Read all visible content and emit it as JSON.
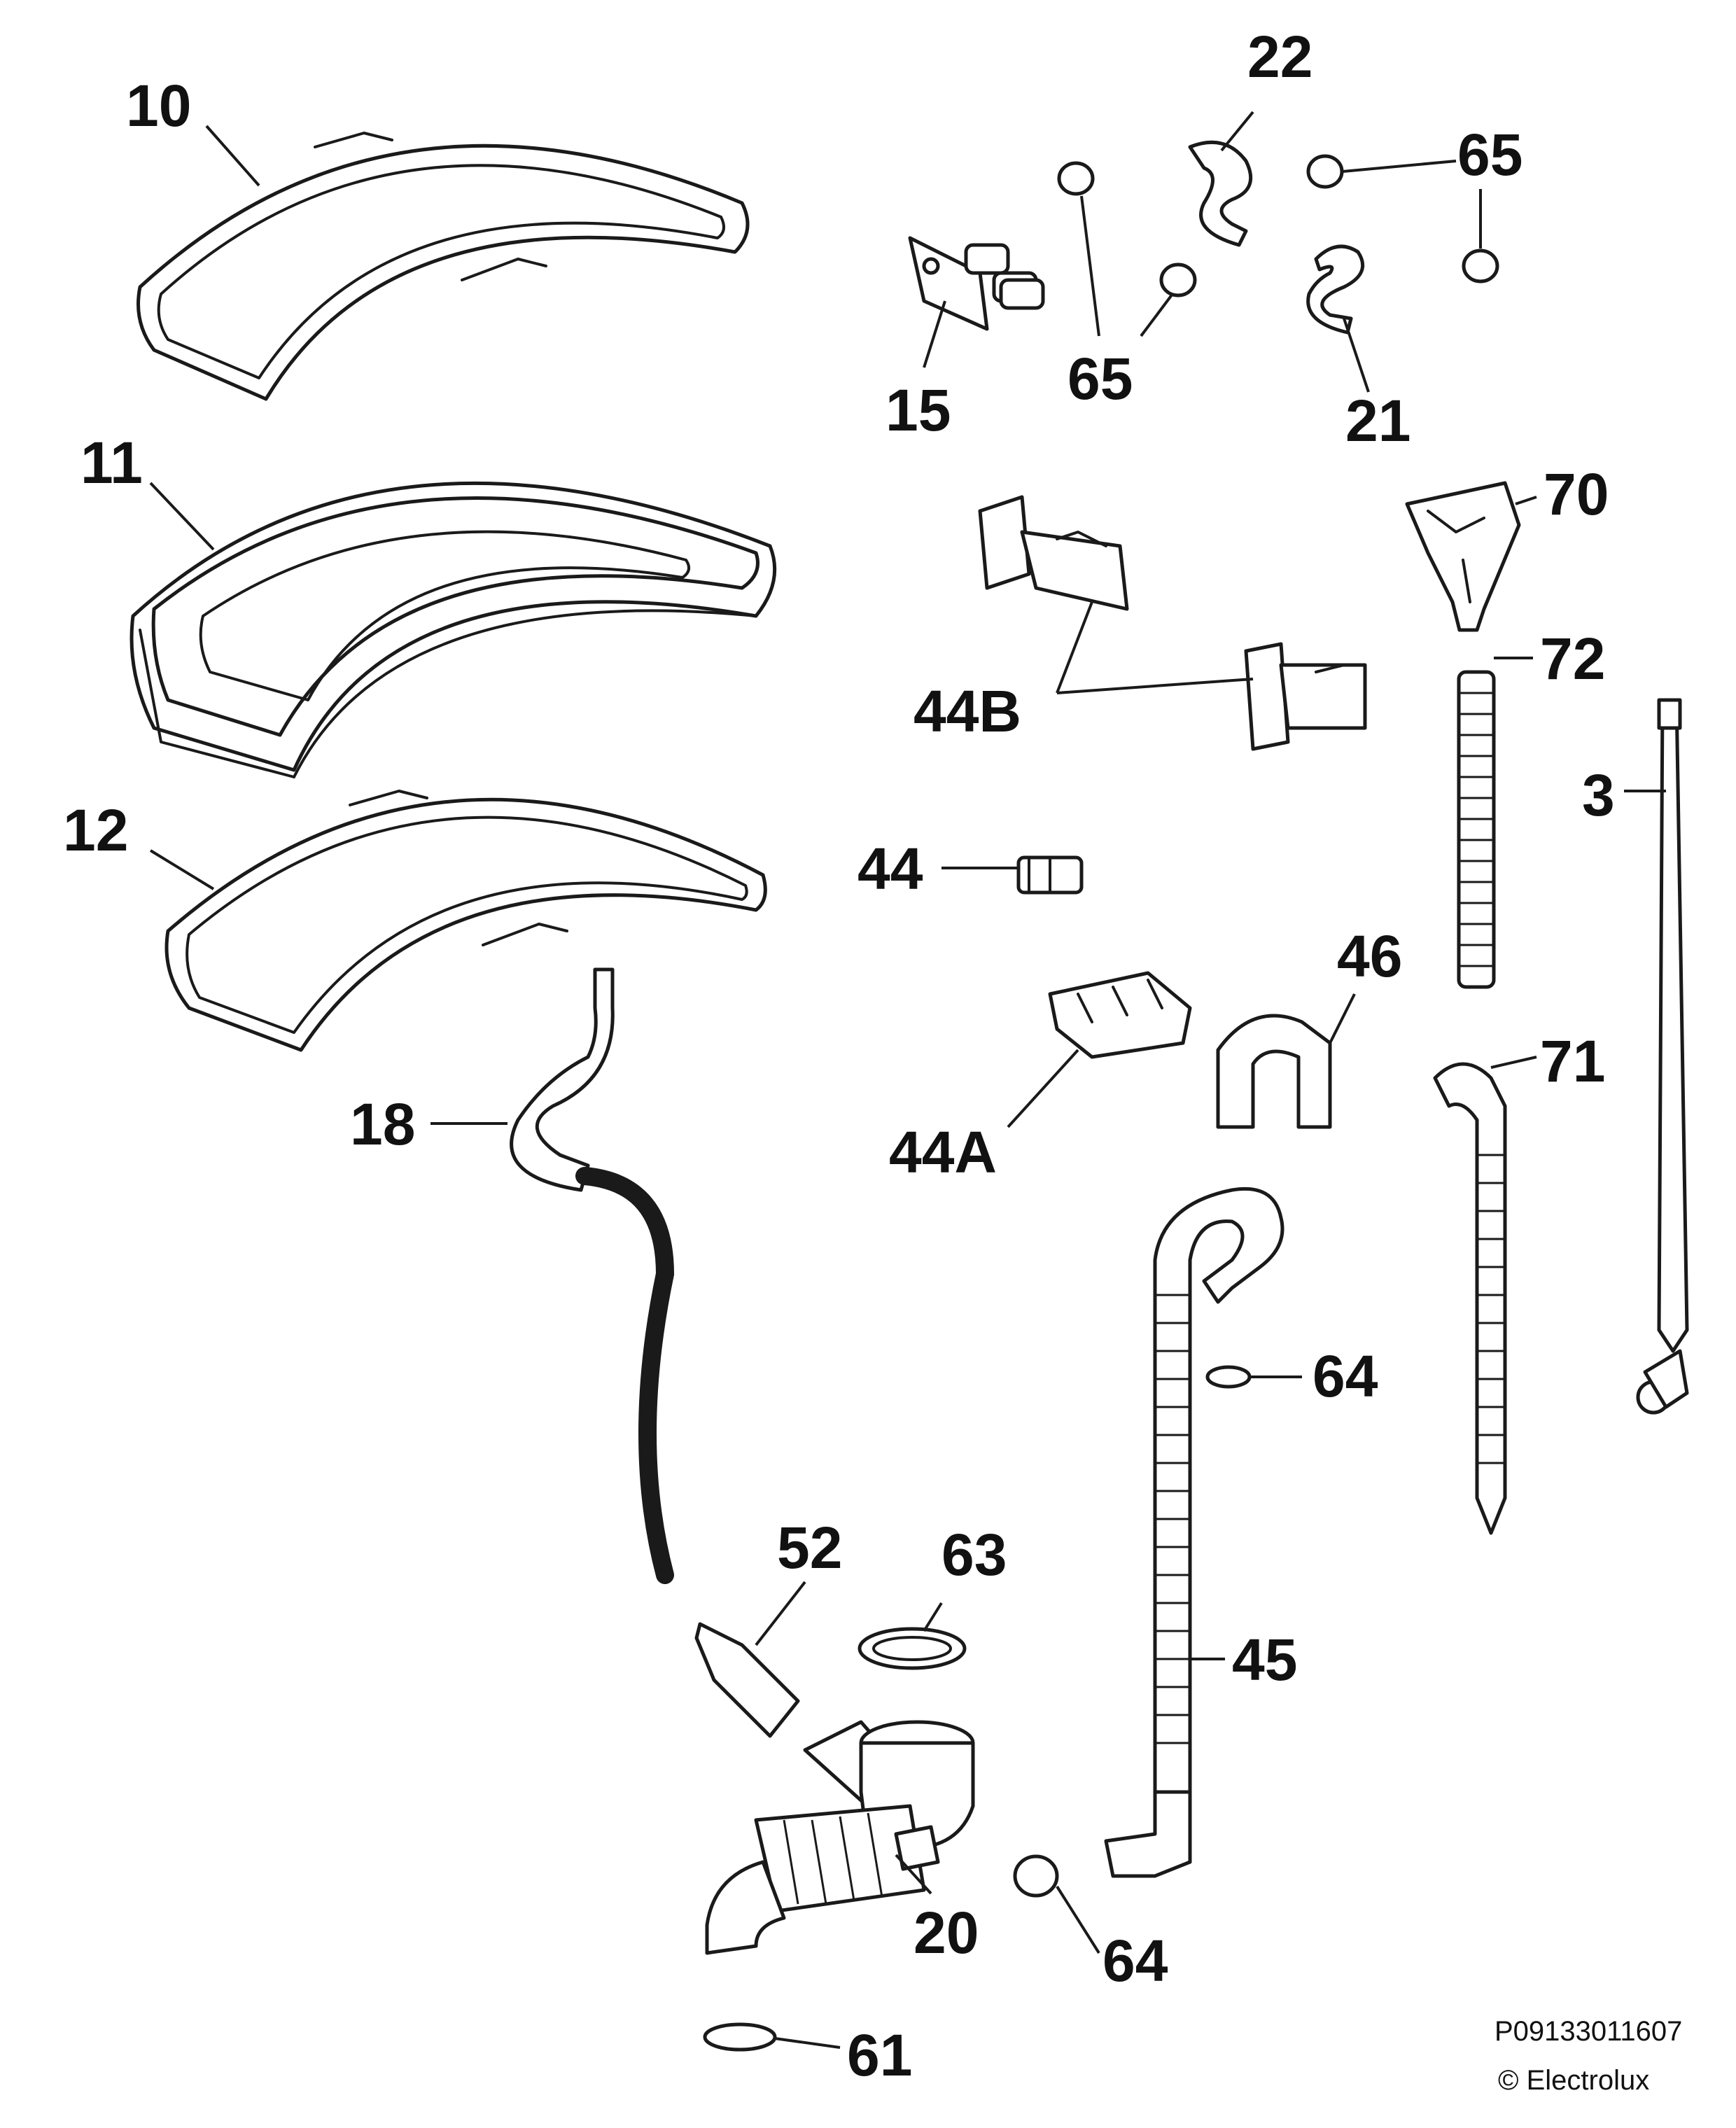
{
  "callouts": {
    "p10": "10",
    "p11": "11",
    "p12": "12",
    "p15": "15",
    "p22": "22",
    "p65a": "65",
    "p65b": "65",
    "p21": "21",
    "p70": "70",
    "p44b": "44B",
    "p72": "72",
    "p3": "3",
    "p44": "44",
    "p46": "46",
    "p71": "71",
    "p44a": "44A",
    "p18": "18",
    "p64a": "64",
    "p52": "52",
    "p63": "63",
    "p45": "45",
    "p20": "20",
    "p64b": "64",
    "p61": "61"
  },
  "footer": {
    "code": "P09133011607",
    "copyright": "© Electrolux"
  }
}
